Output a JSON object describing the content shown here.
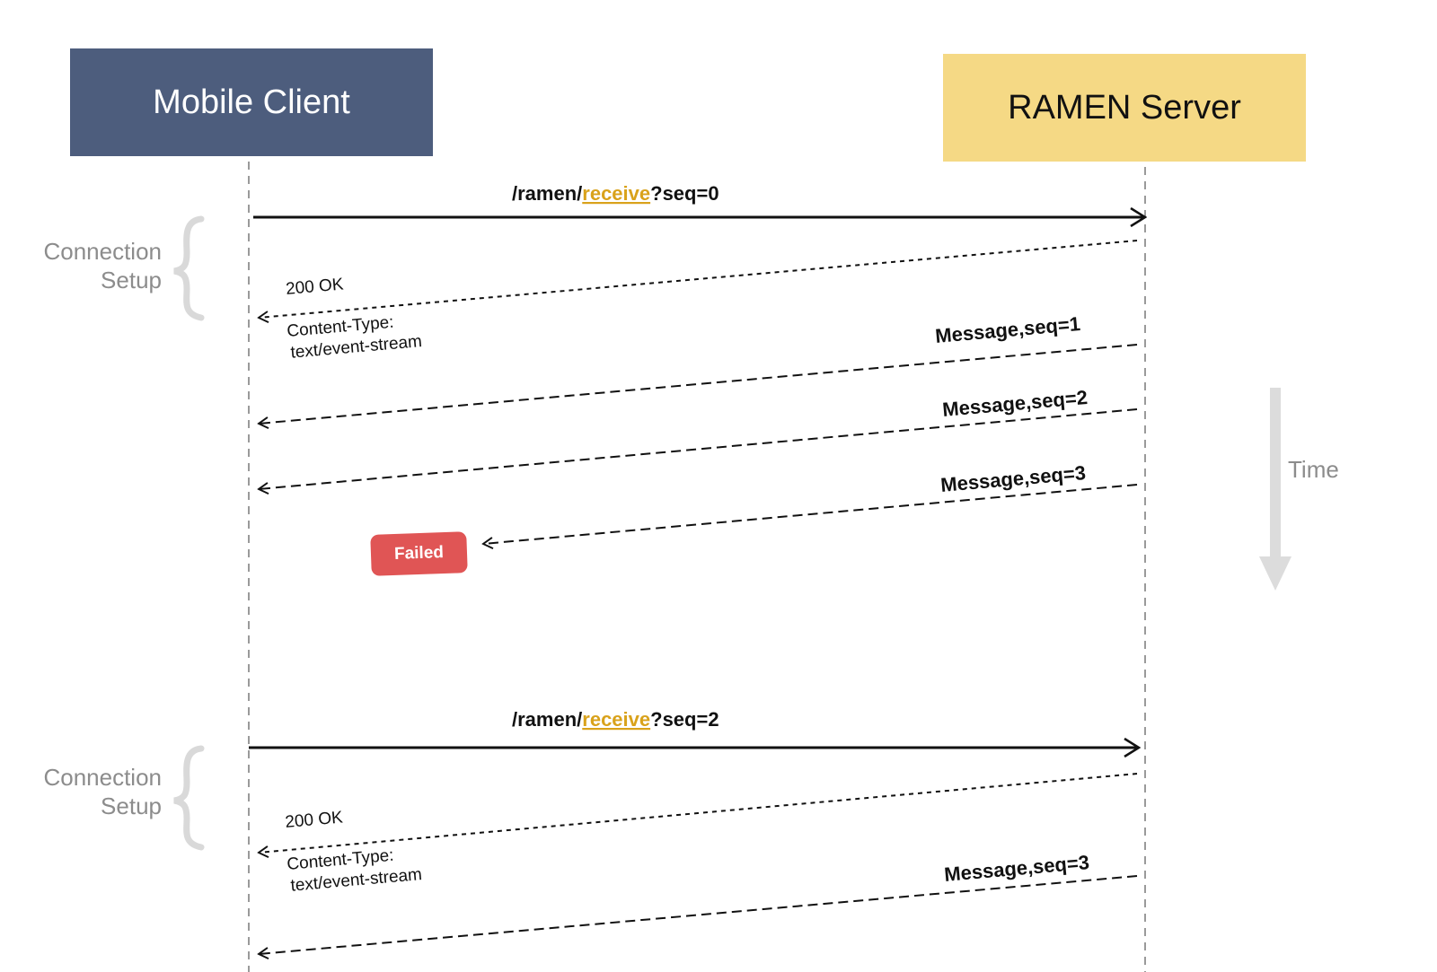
{
  "actors": {
    "client": {
      "label": "Mobile Client",
      "color": "#4d5d7d"
    },
    "server": {
      "label": "RAMEN Server",
      "color": "#f5d985"
    }
  },
  "phases": [
    {
      "line1": "Connection",
      "line2": "Setup"
    },
    {
      "line1": "Connection",
      "line2": "Setup"
    }
  ],
  "time_label": "Time",
  "colors": {
    "highlight": "#d9a21b",
    "failed": "#e05555",
    "lifeline": "#9a9a9a",
    "time_arrow": "#dcdcdc",
    "brace": "#d9d9d9"
  },
  "messages": [
    {
      "prefix": "/ramen/",
      "highlight": "receive",
      "suffix": "?seq=0",
      "style": "solid",
      "direction": "client-to-server"
    },
    {
      "line1": "200 OK",
      "line2": "Content-Type:",
      "line3": "text/event-stream",
      "style": "dotted",
      "direction": "server-to-client"
    },
    {
      "label": "Message,seq=1",
      "style": "dashed",
      "direction": "server-to-client"
    },
    {
      "label": "Message,seq=2",
      "style": "dashed",
      "direction": "server-to-client"
    },
    {
      "label": "Message,seq=3",
      "style": "dashed",
      "direction": "server-to-client",
      "failed": true
    },
    {
      "prefix": "/ramen/",
      "highlight": "receive",
      "suffix": "?seq=2",
      "style": "solid",
      "direction": "client-to-server"
    },
    {
      "line1": "200 OK",
      "line2": "Content-Type:",
      "line3": "text/event-stream",
      "style": "dotted",
      "direction": "server-to-client"
    },
    {
      "label": "Message,seq=3",
      "style": "dashed",
      "direction": "server-to-client"
    }
  ],
  "failed_label": "Failed"
}
